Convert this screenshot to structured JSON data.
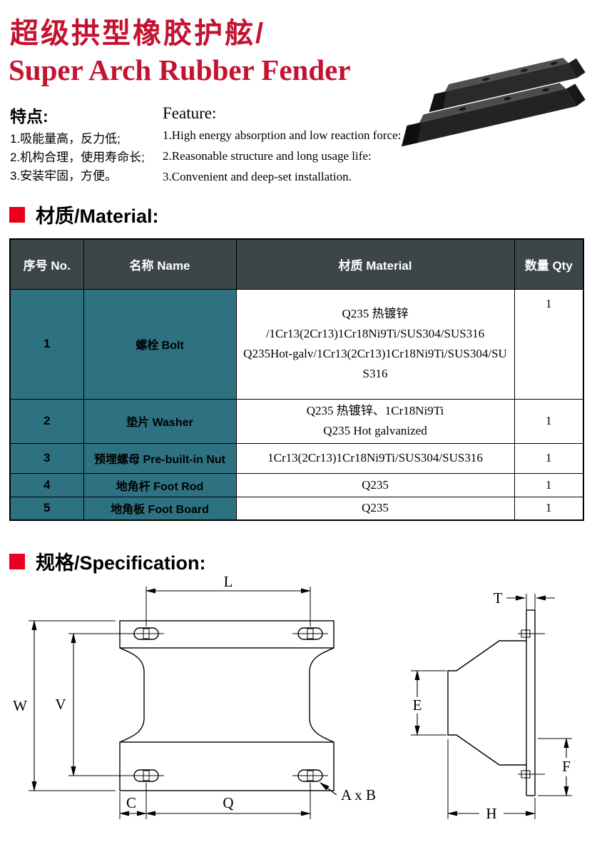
{
  "page": {
    "title_cn": "超级拱型橡胶护舷/",
    "title_en": "Super Arch Rubber Fender"
  },
  "features": {
    "cn": {
      "title": "特点:",
      "items": [
        "1.吸能量高，反力低;",
        "2.机构合理，使用寿命长;",
        "3.安装牢固，方便。"
      ]
    },
    "en": {
      "title": "Feature:",
      "items": [
        "1.High energy absorption and low reaction force:",
        "2.Reasonable structure and long usage life:",
        "3.Convenient and deep-set installation."
      ]
    }
  },
  "sections": {
    "material": "材质/Material:",
    "specification": "规格/Specification:"
  },
  "table": {
    "headers": {
      "no": "序号 No.",
      "name": "名称 Name",
      "material": "材质 Material",
      "qty": "数量 Qty"
    },
    "rows": [
      {
        "no": "1",
        "name": "螺栓 Bolt",
        "material": "Q235 热镀锌\n/1Cr13(2Cr13)1Cr18Ni9Ti/SUS304/SUS316\nQ235Hot-galv/1Cr13(2Cr13)1Cr18Ni9Ti/SUS304/SU\nS316",
        "qty": "1"
      },
      {
        "no": "2",
        "name": "垫片 Washer",
        "material": "Q235 热镀锌、1Cr18Ni9Ti\nQ235 Hot galvanized",
        "qty": "1"
      },
      {
        "no": "3",
        "name": "预埋螺母 Pre-built-in Nut",
        "material": "1Cr13(2Cr13)1Cr18Ni9Ti/SUS304/SUS316",
        "qty": "1"
      },
      {
        "no": "4",
        "name": "地角杆 Foot Rod",
        "material": "Q235",
        "qty": "1"
      },
      {
        "no": "5",
        "name": "地角板 Foot Board",
        "material": "Q235",
        "qty": "1"
      }
    ]
  },
  "diagram": {
    "labels": {
      "L": "L",
      "W": "W",
      "V": "V",
      "C": "C",
      "Q": "Q",
      "AxB": "A x B",
      "T": "T",
      "E": "E",
      "F": "F",
      "H": "H"
    }
  },
  "colors": {
    "accent_red": "#e8001c",
    "title_red": "#c41230",
    "table_header_bg": "#3c4548",
    "table_left_bg": "#2e7282"
  }
}
